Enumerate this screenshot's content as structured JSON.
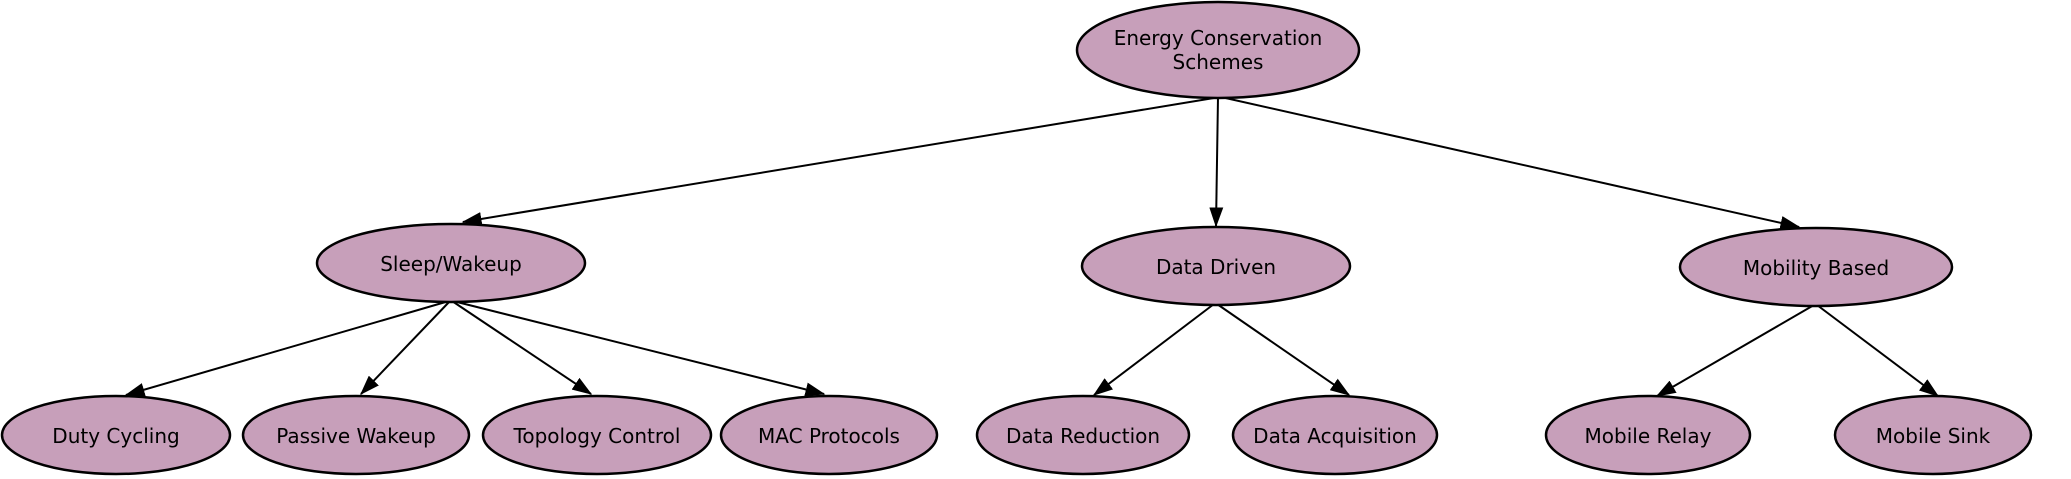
{
  "diagram": {
    "type": "tree",
    "background": "#ffffff",
    "node_fill": "#c79fba",
    "node_stroke": "#000000",
    "text_color": "#000000",
    "nodes": {
      "root": {
        "label": "Energy Conservation Schemes",
        "line1": "Energy Conservation",
        "line2": "Schemes"
      },
      "sleep_wakeup": {
        "label": "Sleep/Wakeup"
      },
      "data_driven": {
        "label": "Data Driven"
      },
      "mobility_based": {
        "label": "Mobility Based"
      },
      "duty_cycling": {
        "label": "Duty Cycling"
      },
      "passive_wakeup": {
        "label": "Passive Wakeup"
      },
      "topology_control": {
        "label": "Topology Control"
      },
      "mac_protocols": {
        "label": "MAC Protocols"
      },
      "data_reduction": {
        "label": "Data Reduction"
      },
      "data_acquisition": {
        "label": "Data Acquisition"
      },
      "mobile_relay": {
        "label": "Mobile Relay"
      },
      "mobile_sink": {
        "label": "Mobile Sink"
      }
    },
    "edges": [
      {
        "from": "root",
        "to": "sleep_wakeup"
      },
      {
        "from": "root",
        "to": "data_driven"
      },
      {
        "from": "root",
        "to": "mobility_based"
      },
      {
        "from": "sleep_wakeup",
        "to": "duty_cycling"
      },
      {
        "from": "sleep_wakeup",
        "to": "passive_wakeup"
      },
      {
        "from": "sleep_wakeup",
        "to": "topology_control"
      },
      {
        "from": "sleep_wakeup",
        "to": "mac_protocols"
      },
      {
        "from": "data_driven",
        "to": "data_reduction"
      },
      {
        "from": "data_driven",
        "to": "data_acquisition"
      },
      {
        "from": "mobility_based",
        "to": "mobile_relay"
      },
      {
        "from": "mobility_based",
        "to": "mobile_sink"
      }
    ]
  }
}
